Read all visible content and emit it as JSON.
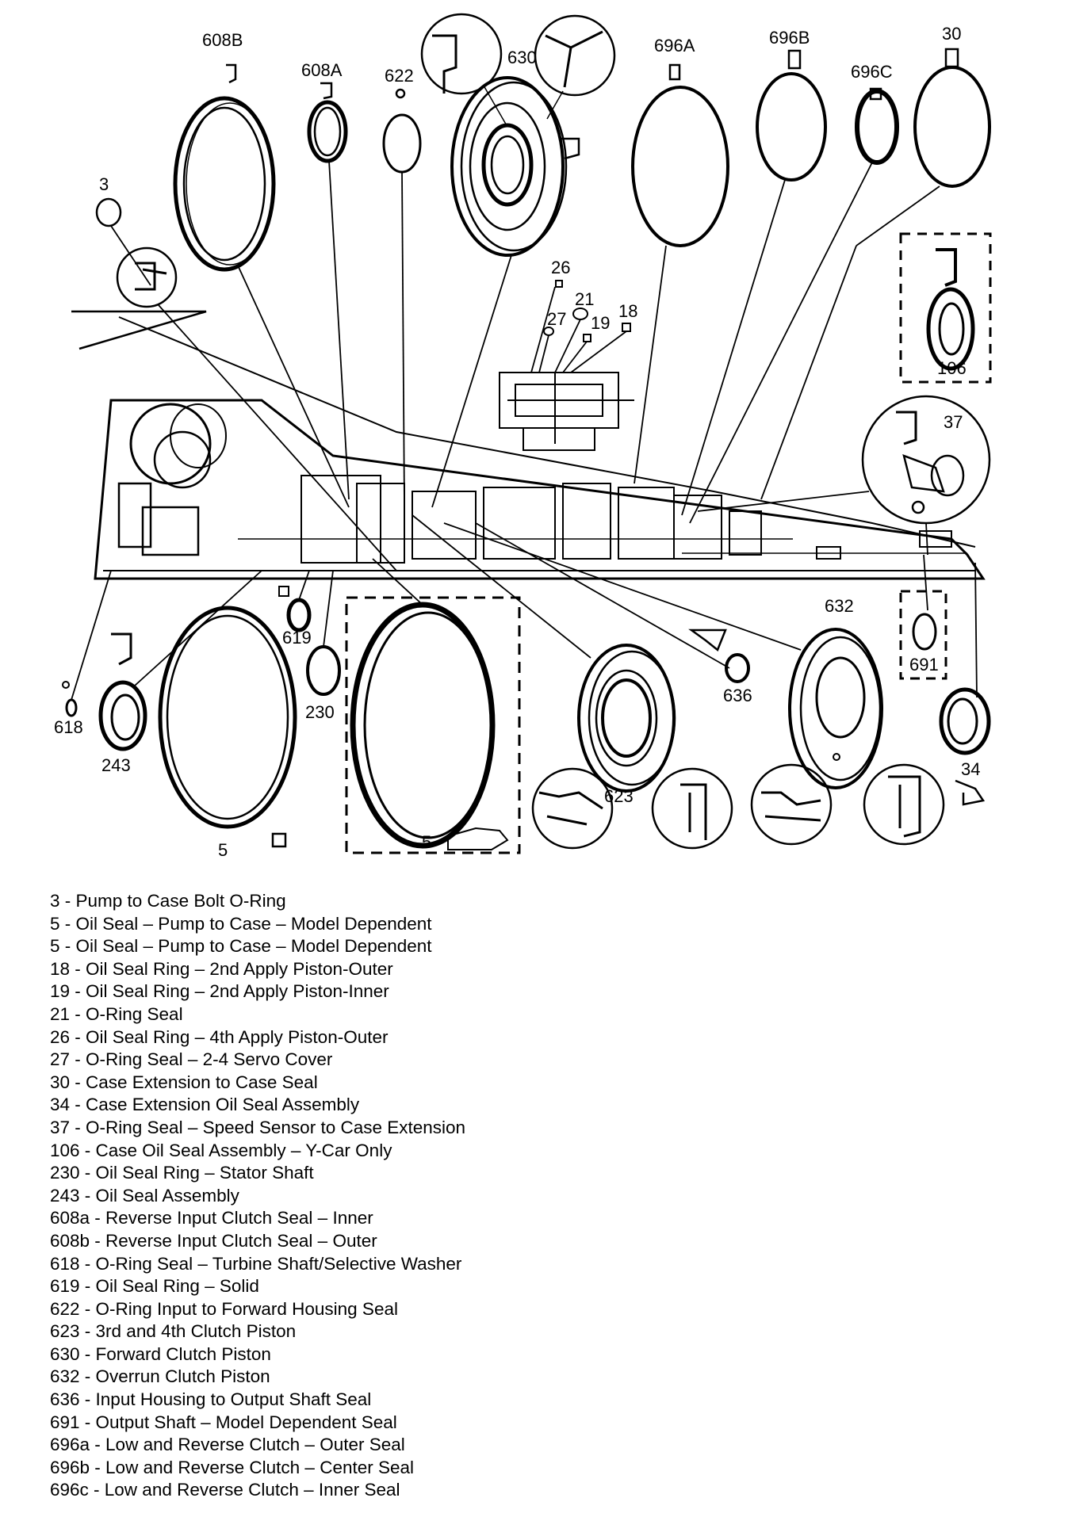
{
  "callouts": {
    "c608B": "608B",
    "c608A": "608A",
    "c622": "622",
    "c630": "630",
    "c696A": "696A",
    "c696B": "696B",
    "c696C": "696C",
    "c30": "30",
    "c3": "3",
    "c26": "26",
    "c21": "21",
    "c27": "27",
    "c19": "19",
    "c18": "18",
    "c106": "106",
    "c37": "37",
    "c632": "632",
    "c619": "619",
    "c230": "230",
    "c618": "618",
    "c243": "243",
    "c5a": "5",
    "c5b": "5",
    "c636": "636",
    "c691": "691",
    "c623": "623",
    "c34": "34"
  },
  "legend": [
    "3 - Pump to Case Bolt O-Ring",
    "5 - Oil Seal – Pump to Case – Model Dependent",
    "5 - Oil Seal – Pump to Case – Model Dependent",
    "18 - Oil Seal Ring – 2nd Apply Piston-Outer",
    "19 - Oil Seal Ring – 2nd Apply Piston-Inner",
    "21 - O-Ring Seal",
    "26 - Oil Seal Ring – 4th Apply Piston-Outer",
    "27 - O-Ring Seal – 2-4 Servo Cover",
    "30 - Case Extension to Case Seal",
    "34 - Case Extension Oil Seal Assembly",
    "37 - O-Ring Seal – Speed Sensor to Case Extension",
    "106 - Case Oil Seal Assembly – Y-Car Only",
    "230 - Oil Seal Ring – Stator Shaft",
    "243 - Oil Seal Assembly",
    "608a - Reverse Input Clutch Seal – Inner",
    "608b - Reverse Input Clutch Seal – Outer",
    "618 - O-Ring Seal – Turbine Shaft/Selective Washer",
    "619 - Oil Seal Ring – Solid",
    "622 - O-Ring Input to Forward Housing Seal",
    "623 - 3rd and 4th Clutch Piston",
    "630 - Forward Clutch Piston",
    "632 - Overrun Clutch Piston",
    "636 - Input Housing to Output Shaft Seal",
    "691 - Output Shaft – Model Dependent Seal",
    "696a - Low and Reverse Clutch – Outer Seal",
    "696b - Low and Reverse Clutch – Center Seal",
    "696c - Low and Reverse Clutch – Inner Seal"
  ]
}
